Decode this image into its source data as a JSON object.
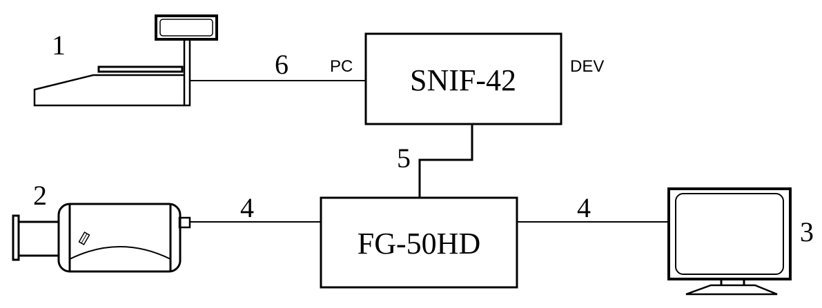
{
  "diagram": {
    "type": "block-diagram",
    "devices": [
      {
        "id": "scale",
        "number": "1",
        "icon": "weighing-scale-icon"
      },
      {
        "id": "camera",
        "number": "2",
        "icon": "video-camera-icon"
      },
      {
        "id": "monitor",
        "number": "3",
        "icon": "monitor-icon"
      }
    ],
    "blocks": [
      {
        "id": "snif",
        "label": "SNIF-42",
        "ports": {
          "left": "PC",
          "right": "DEV"
        }
      },
      {
        "id": "fg",
        "label": "FG-50HD"
      }
    ],
    "connections": [
      {
        "label": "6",
        "from": "scale",
        "to": "snif"
      },
      {
        "label": "5",
        "from": "snif",
        "to": "fg"
      },
      {
        "label": "4",
        "from": "camera",
        "to": "fg"
      },
      {
        "label": "4",
        "from": "fg",
        "to": "monitor"
      }
    ],
    "colors": {
      "line": "#000000",
      "background": "#ffffff"
    }
  }
}
